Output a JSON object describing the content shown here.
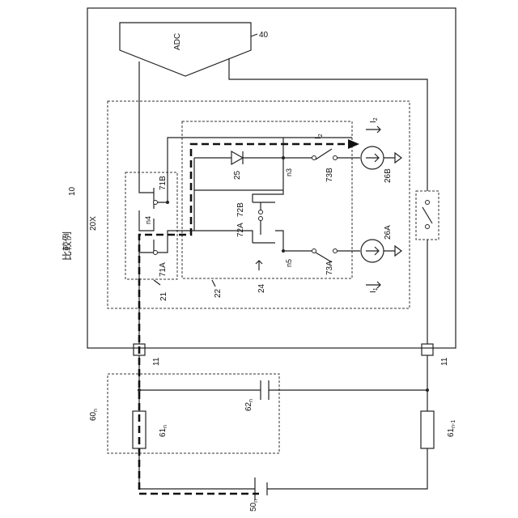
{
  "labels": {
    "adc": "ADC",
    "ref_adc": "40",
    "ref_device": "10",
    "ref_20x": "20X",
    "comparative": "比較例",
    "ref_71b": "71B",
    "ref_71a": "71A",
    "ref_n4": "n4",
    "ref_n3": "n3",
    "ref_n5": "n5",
    "ref_25": "25",
    "ref_72b": "72B",
    "ref_72a": "72A",
    "ref_73b": "73B",
    "ref_73a": "73A",
    "ref_26b": "26B",
    "ref_26a": "26A",
    "ref_i2_top": "I",
    "ref_i2_top_sub": "2",
    "ref_i2_arrow": "I",
    "ref_i2_arrow_sub": "2",
    "ref_i1": "I",
    "ref_i1_sub": "1",
    "ref_21": "21",
    "ref_22": "22",
    "ref_24": "24",
    "ref_11_left": "11",
    "ref_11_right": "11",
    "ref_60": "60",
    "ref_60_sub": "n",
    "ref_62": "62",
    "ref_62_sub": "n",
    "ref_61_left": "61",
    "ref_61_left_sub": "n",
    "ref_61_right": "61",
    "ref_61_right_sub": "n-1",
    "ref_50": "50",
    "ref_50_sub": "n"
  }
}
